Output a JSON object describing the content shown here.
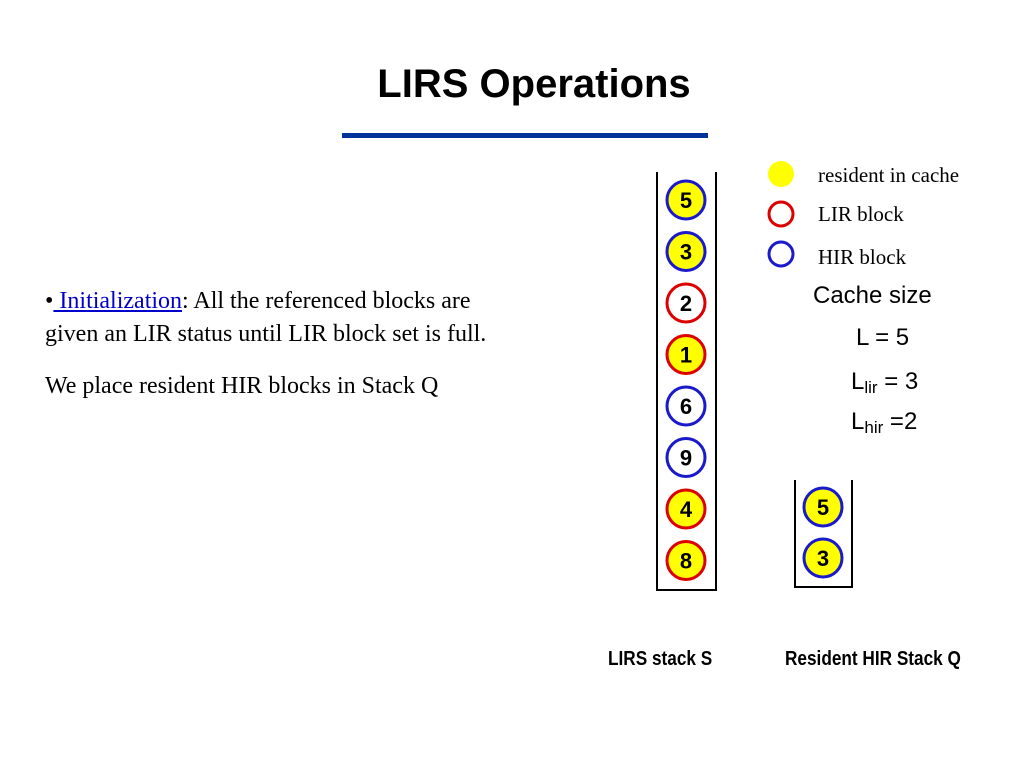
{
  "title": "LIRS Operations",
  "bullet": {
    "marker": "•",
    "link_text": " Initialization",
    "rest_line": ": All the referenced blocks are",
    "second_line": "given an LIR status until LIR block set is full.",
    "third_line": "We place resident HIR blocks in Stack Q"
  },
  "legend": {
    "resident": "resident in cache",
    "lir": "LIR block",
    "hir": "HIR block"
  },
  "cache": {
    "heading": "Cache size",
    "l_line": "L = 5",
    "lir_prefix": "L",
    "lir_sub": "lir",
    "lir_value": " = 3",
    "hir_prefix": "L",
    "hir_sub": "hir",
    "hir_value": " =2"
  },
  "stack_s": {
    "label": "LIRS stack S",
    "blocks": [
      {
        "label": "5",
        "status": "HIR",
        "resident": true
      },
      {
        "label": "3",
        "status": "HIR",
        "resident": true
      },
      {
        "label": "2",
        "status": "LIR",
        "resident": false
      },
      {
        "label": "1",
        "status": "LIR",
        "resident": true
      },
      {
        "label": "6",
        "status": "HIR",
        "resident": false
      },
      {
        "label": "9",
        "status": "HIR",
        "resident": false
      },
      {
        "label": "4",
        "status": "LIR",
        "resident": true
      },
      {
        "label": "8",
        "status": "LIR",
        "resident": true
      }
    ]
  },
  "stack_q": {
    "label": "Resident HIR Stack Q",
    "blocks": [
      {
        "label": "5",
        "status": "HIR",
        "resident": true
      },
      {
        "label": "3",
        "status": "HIR",
        "resident": true
      }
    ]
  },
  "colors": {
    "resident_fill": "#ffff00",
    "lir_stroke": "#dd0000",
    "hir_stroke": "#1a1acc",
    "title_rule": "#003399"
  }
}
